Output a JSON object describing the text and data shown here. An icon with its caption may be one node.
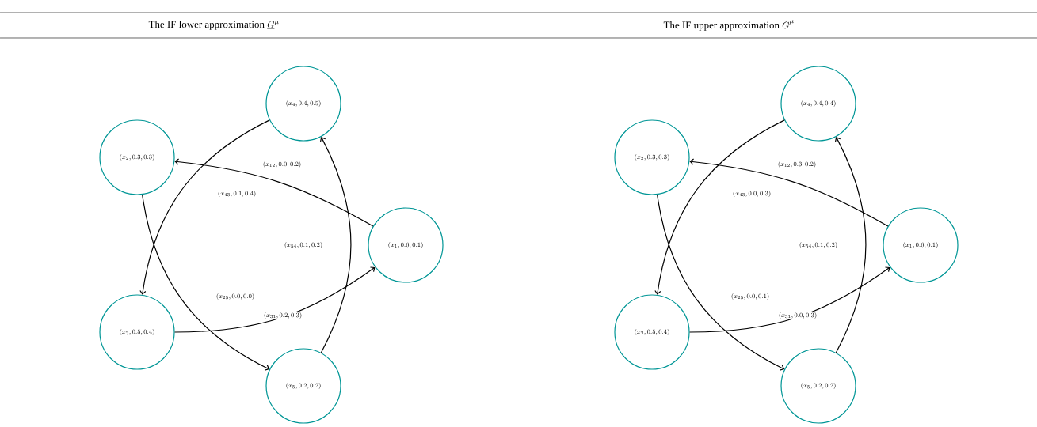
{
  "diagram": {
    "nodes": [
      {
        "text": [
          "(x_{4},0.4,0.5)"
        ]
      },
      {
        "text": [
          "(x_{2},0.3,0.3)"
        ]
      },
      {
        "text": [
          "(x_{1},0.6,0.1)"
        ]
      },
      {
        "text": [
          "(x_{3},0.5,0.4)"
        ]
      },
      {
        "text": [
          "(x_{5},0.2,0.2)"
        ]
      },
      {
        "text": [
          "(x_{4},0.4,0.4)"
        ]
      },
      {
        "text": [
          "(x_{2},0.3,0.3)"
        ]
      },
      {
        "text": [
          "(x_{1},0.6,0.1)"
        ]
      },
      {
        "text": [
          "(x_{3},0.5,0.4)"
        ]
      },
      {
        "text": [
          "(x_{5},0.2,0.2)"
        ]
      }
    ],
    "edges": [
      {
        "from": 2,
        "to": 1,
        "arrow": "to",
        "label": "(x_{12},0.0,0.2)"
      },
      {
        "from": 0,
        "to": 3,
        "arrow": "to",
        "label": "(x_{43},0.1,0.4)"
      },
      {
        "from": 4,
        "to": 0,
        "arrow": "to",
        "label": "(x_{54},0.1,0.2)"
      },
      {
        "from": 1,
        "to": 4,
        "arrow": "to",
        "label": "(x_{25},0.0,0.0)"
      },
      {
        "from": 3,
        "to": 2,
        "arrow": "to",
        "label": "(x_{31},0.2,0.3)"
      },
      {
        "from": 7,
        "to": 6,
        "arrow": "to",
        "label": "(x_{12},0.3,0.2)"
      },
      {
        "from": 5,
        "to": 8,
        "arrow": "to",
        "label": "(x_{43},0.0,0.3)"
      },
      {
        "from": 9,
        "to": 5,
        "arrow": "to",
        "label": "(x_{54},0.1,0.2)"
      },
      {
        "from": 6,
        "to": 9,
        "arrow": "to",
        "label": "(x_{25},0.0,0.1)"
      },
      {
        "from": 8,
        "to": 7,
        "arrow": "to",
        "label": "(x_{31},0.0,0.3)"
      }
    ],
    "labels": [
      "The IF lower approximation",
      "\\underline{G}^{\\mu}",
      "The IF upper approximation",
      "\\overline{G}^{\\mu}"
    ]
  }
}
